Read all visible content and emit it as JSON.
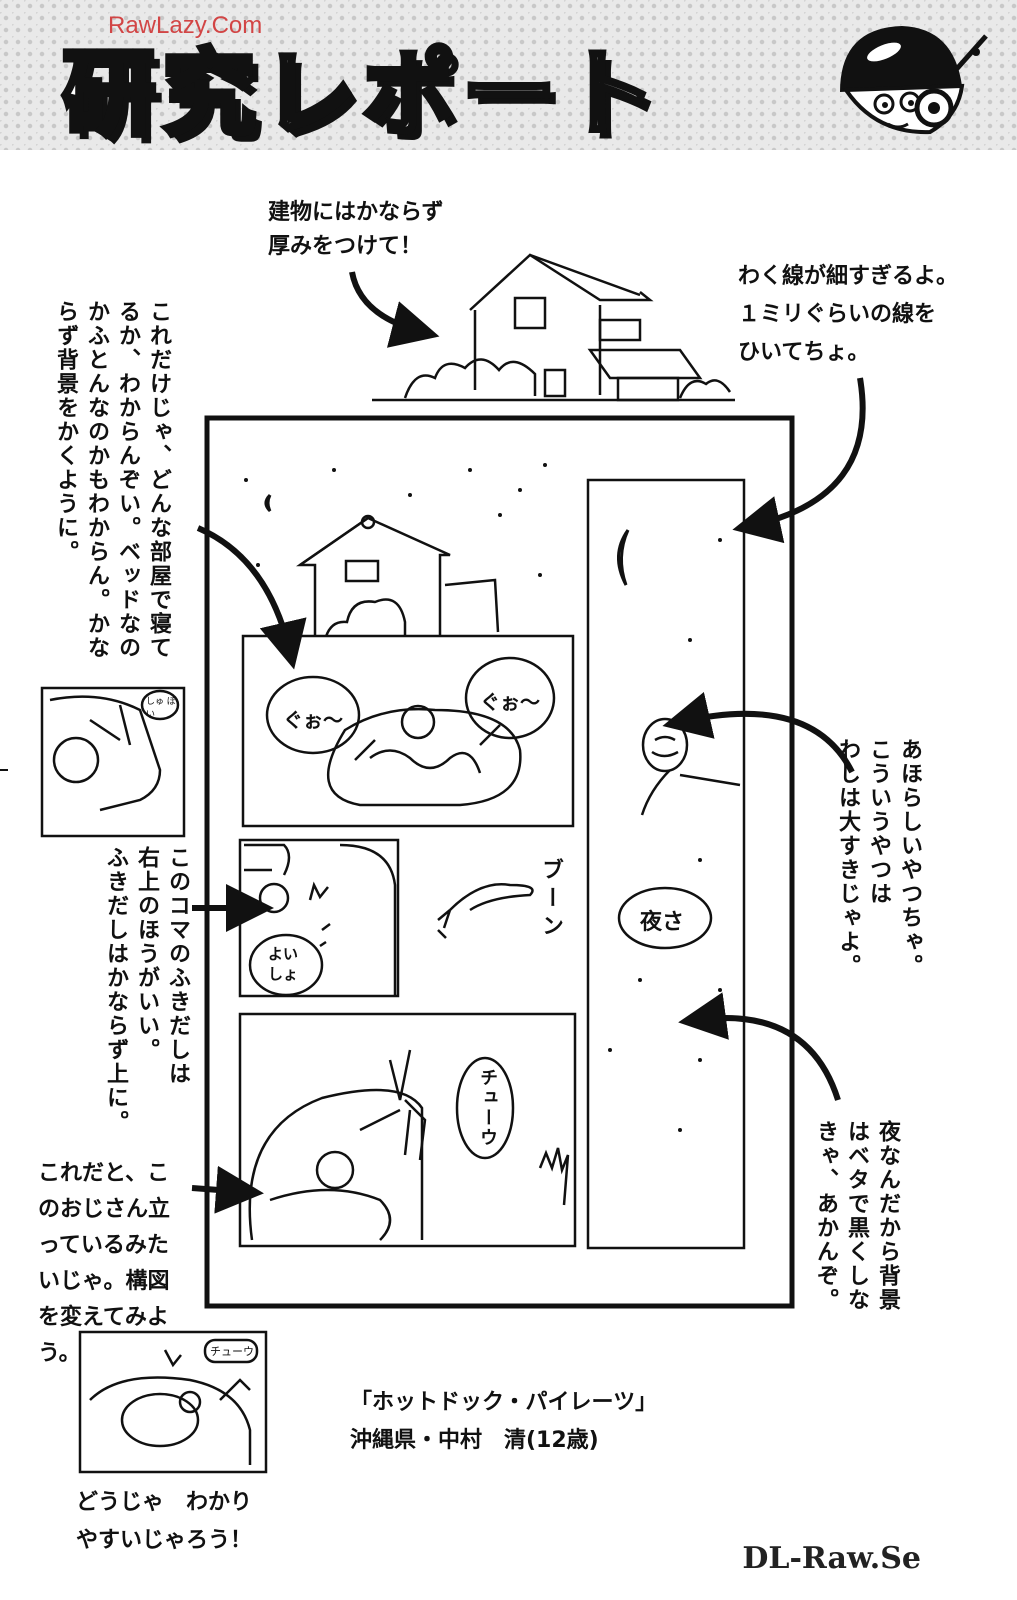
{
  "header": {
    "title": "研究レポート",
    "watermark": "RawLazy.Com",
    "mascot_icon": "helmet-mascot-icon"
  },
  "notes": {
    "building": [
      "建物にはかならず",
      "厚みをつけて！"
    ],
    "frame_line": [
      "わく線が細すぎるよ。",
      "１ミリぐらいの線を",
      "ひいてちょ。"
    ],
    "background": [
      "これだけじゃ、どんな部屋で寝て",
      "るか、わからんぞい。ベッドなの",
      "かふとんなのかもわからん。かな",
      "らず背景をかくように。"
    ],
    "silly_guy": [
      "あほらしいやつちゃ。",
      "こういうやつは",
      "わしは大すきじゃよ。"
    ],
    "balloon": [
      "このコマのふきだしは",
      "右上のほうがいい。",
      "ふきだしはかならず上に。"
    ],
    "night": [
      "夜なんだから背景",
      "はベタで黒くしな",
      "きゃ、あかんぞ。"
    ],
    "composition": [
      "これだと、こ",
      "のおじさん立",
      "っているみた",
      "いじゃ。構図",
      "を変えてみよ",
      "う。"
    ],
    "result": [
      "どうじゃ　わかり",
      "やすいじゃろう！"
    ]
  },
  "comic": {
    "snore_left": "ぐぉ〜",
    "snore_right": "ぐぉ〜",
    "mosquito_sound": "ブーン",
    "sucking_sound": "チューウ",
    "night_bubble": "夜さ",
    "yoisho": [
      "よい",
      "しょ"
    ],
    "example_bubble": "チューウ",
    "example_sfx": "しゅ ぽい"
  },
  "credit": {
    "work_title": "「ホットドック・パイレーツ」",
    "author": "沖縄県・中村　清(12歳)"
  },
  "footer": {
    "site": "DL-Raw.Se"
  }
}
